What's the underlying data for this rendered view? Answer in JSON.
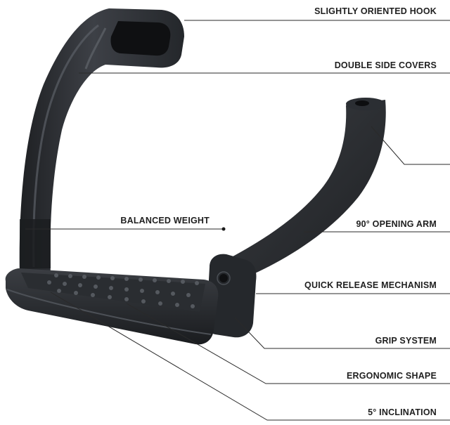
{
  "callouts": [
    {
      "id": "slightly-oriented-hook",
      "label": "SLIGHTLY ORIENTED HOOK"
    },
    {
      "id": "double-side-covers",
      "label": "DOUBLE SIDE COVERS"
    },
    {
      "id": "balanced-weight",
      "label": "BALANCED WEIGHT"
    },
    {
      "id": "opening-arm",
      "label": "90° OPENING ARM"
    },
    {
      "id": "quick-release-mechanism",
      "label": "QUICK RELEASE MECHANISM"
    },
    {
      "id": "grip-system",
      "label": "GRIP SYSTEM"
    },
    {
      "id": "ergonomic-shape",
      "label": "ERGONOMIC SHAPE"
    },
    {
      "id": "inclination",
      "label": "5° INCLINATION"
    }
  ],
  "colors": {
    "background": "#ffffff",
    "stirrup_body": "#2c2f33",
    "stirrup_highlight": "#4a4e54",
    "text": "#1f1f1f",
    "leader_lines": "#2a2a2a"
  }
}
